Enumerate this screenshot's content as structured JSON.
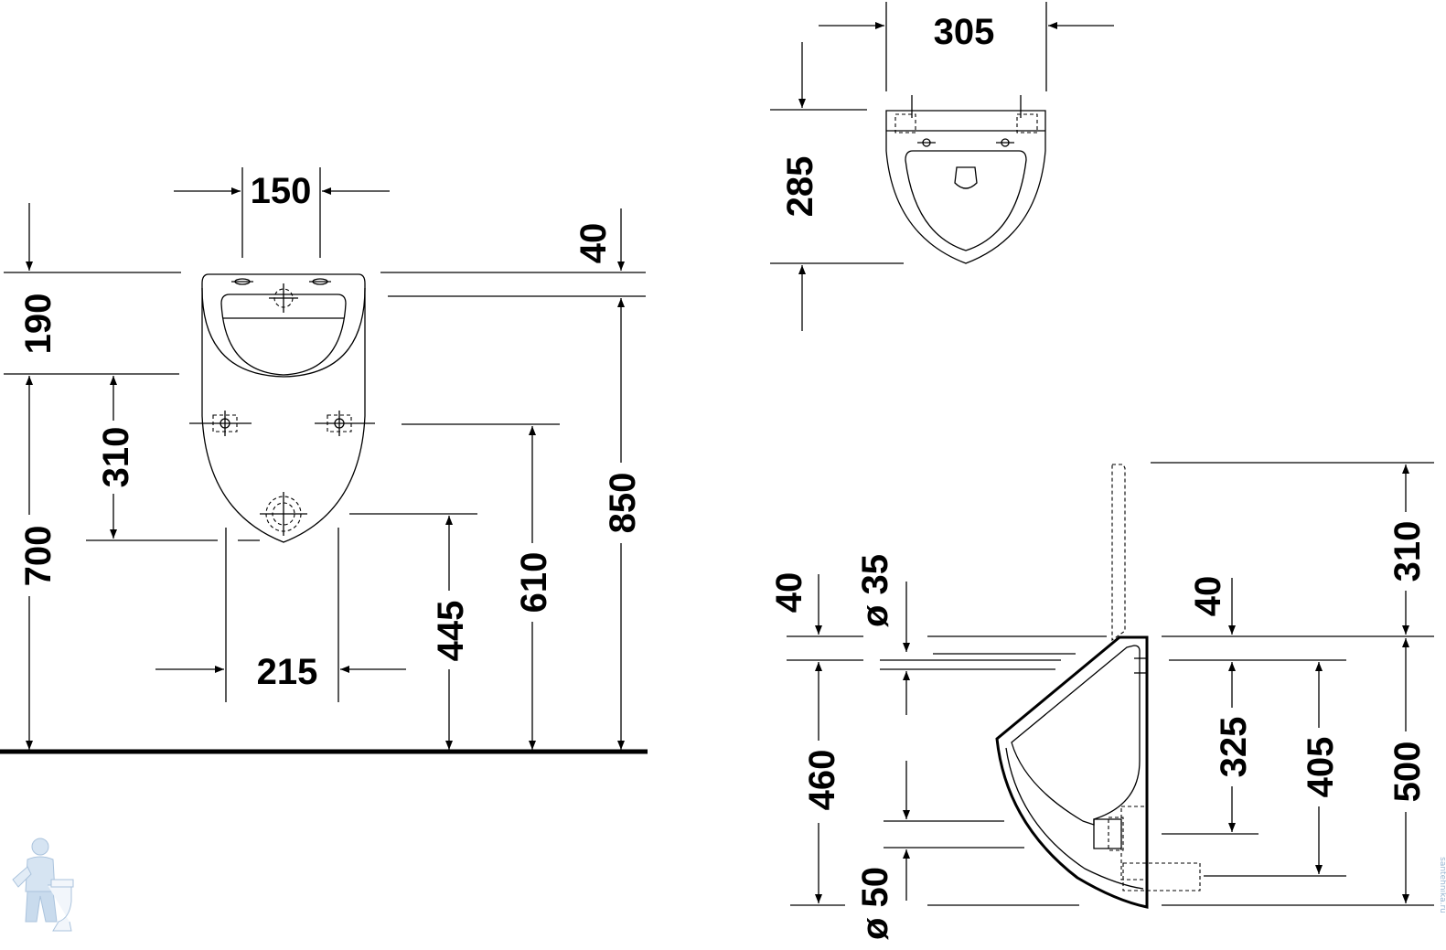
{
  "dimensions": {
    "front_150": "150",
    "front_190": "190",
    "front_40": "40",
    "front_310": "310",
    "front_700": "700",
    "front_850": "850",
    "front_610": "610",
    "front_445": "445",
    "front_215": "215",
    "top_305": "305",
    "top_285": "285",
    "side_40_left": "40",
    "side_d35": "ø 35",
    "side_460": "460",
    "side_d50": "ø 50",
    "side_40_right": "40",
    "side_310": "310",
    "side_325": "325",
    "side_405": "405",
    "side_500": "500"
  },
  "watermark": {
    "text": "santehnika.ru",
    "icon": "plumber-mascot-icon"
  },
  "colors": {
    "line": "#000000",
    "watermark": "#9ab7d3"
  }
}
